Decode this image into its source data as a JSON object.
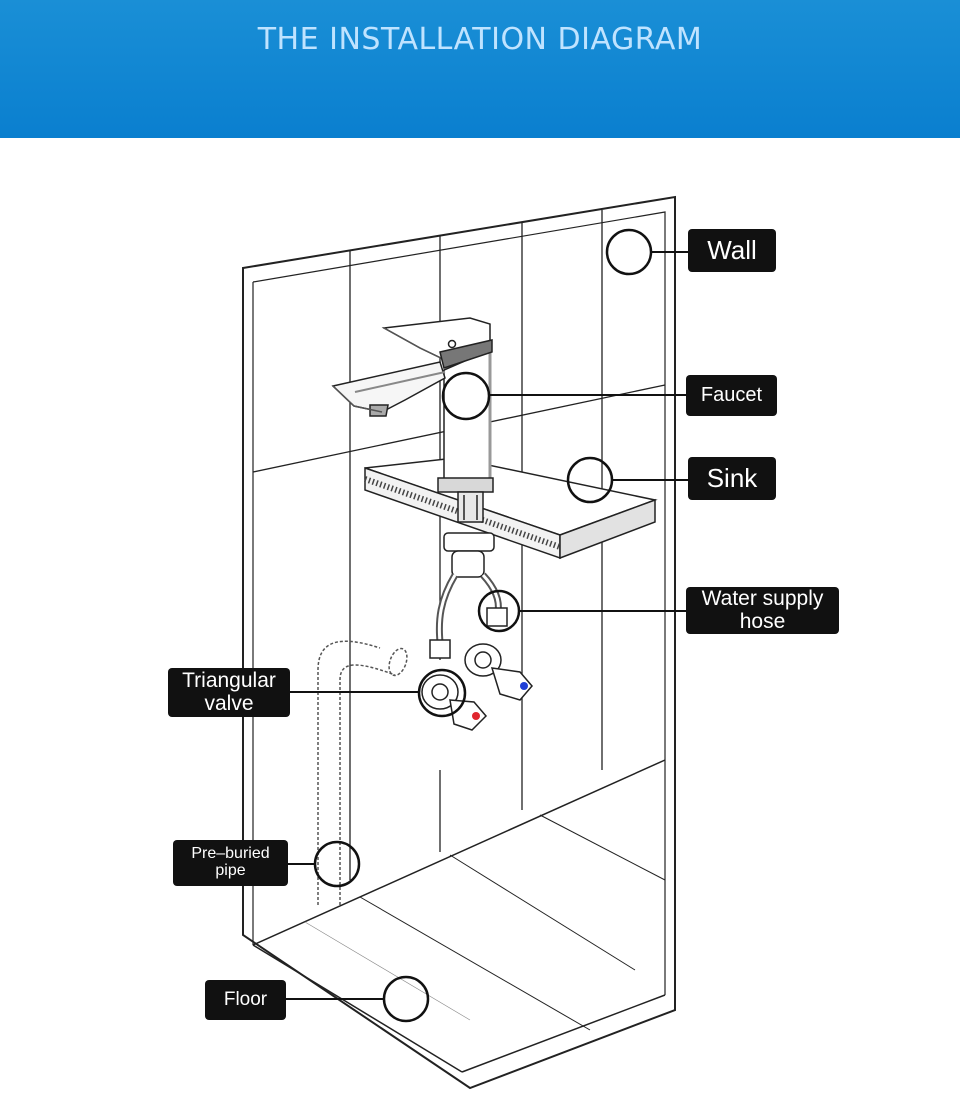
{
  "header": {
    "title": "THE INSTALLATION DIAGRAM",
    "fine_print": [
      "",
      "",
      "",
      ""
    ],
    "background": "#0b84d2"
  },
  "labels": {
    "wall": "Wall",
    "faucet": "Faucet",
    "sink": "Sink",
    "water_supply_hose_line1": "Water supply",
    "water_supply_hose_line2": "hose",
    "triangular_valve_line1": "Triangular",
    "triangular_valve_line2": "valve",
    "pre_buried_pipe_line1": "Pre–buried",
    "pre_buried_pipe_line2": "pipe",
    "floor": "Floor"
  },
  "colors": {
    "label_bg": "#111111",
    "hot_indicator": "#e0262e",
    "cold_indicator": "#1f3fd6"
  }
}
